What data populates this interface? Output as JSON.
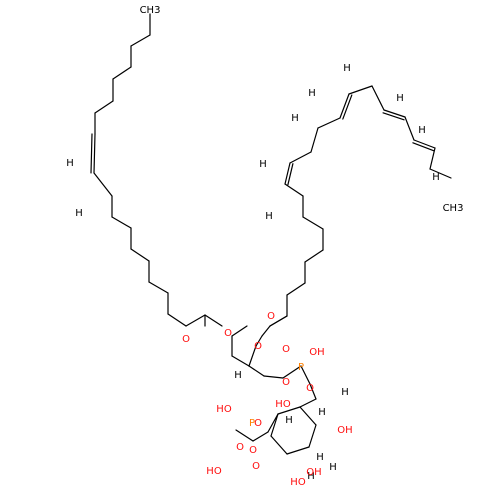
{
  "molecule": {
    "atom_labels": [
      "CH3",
      "H",
      "H",
      "H",
      "H",
      "H",
      "H",
      "H",
      "H",
      "H",
      "H",
      "CH3",
      "O",
      "O",
      "O",
      "O",
      "H",
      "O",
      "P",
      "O",
      "OH",
      "O",
      "HO",
      "H",
      "H",
      "O",
      "O",
      "H",
      "OH",
      "H",
      "HO",
      "P",
      "O",
      "HO",
      "O",
      "H",
      "HO",
      "H",
      "OH"
    ],
    "colors": {
      "bond": "#000000",
      "carbon_hydrogen": "#000000",
      "oxygen": "#ff0d0d",
      "phosphorus": "#ff8000"
    }
  }
}
